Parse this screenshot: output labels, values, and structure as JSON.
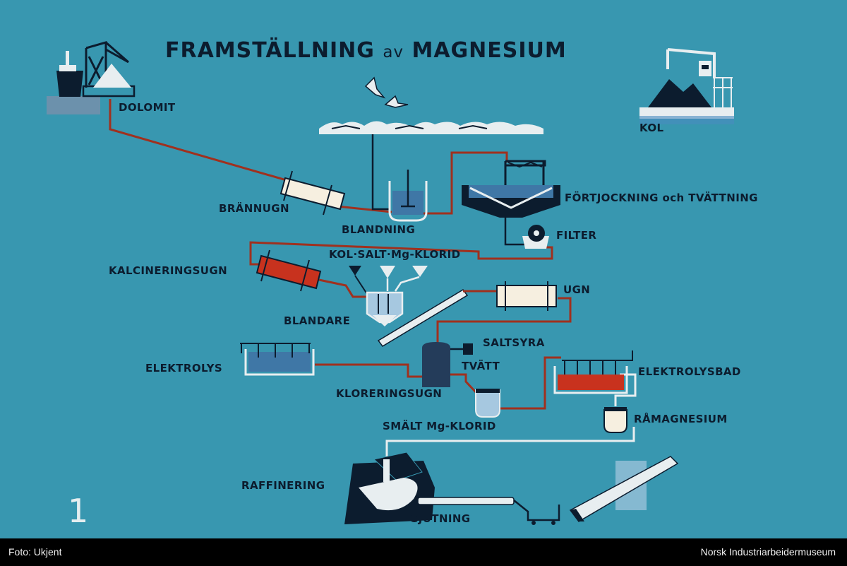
{
  "diagram": {
    "title_main": "FRAMSTÄLLNING",
    "title_av": "av",
    "title_end": "MAGNESIUM",
    "page_number": "1",
    "labels": {
      "dolomit": "DOLOMIT",
      "kol": "KOL",
      "brannugn": "BRÄNNUGN",
      "blandning": "BLANDNING",
      "fortjockning": "FÖRTJOCKNING och TVÄTTNING",
      "filter": "FILTER",
      "kol_salt": "KOL·SALT·Mg-KLORID",
      "kalcineringsugn": "KALCINERINGSUGN",
      "ugn": "UGN",
      "blandare": "BLANDARE",
      "saltsyra": "SALTSYRA",
      "tvatt": "TVÄTT",
      "elektrolys": "ELEKTROLYS",
      "kloreringsugn": "KLORERINGSUGN",
      "elektrolysbad": "ELEKTROLYSBAD",
      "ramagnesium": "RÅMAGNESIUM",
      "smalt": "SMÄLT Mg-KLORID",
      "raffinering": "RAFFINERING",
      "gjutning": "GJUTNING"
    }
  },
  "footer": {
    "photo_credit": "Foto: Ukjent",
    "museum": "Norsk Industriarbeidermuseum"
  },
  "colors": {
    "background": "#3897b0",
    "pipe_red": "#a0301e",
    "dark": "#0c1c2e",
    "cream": "#f6efe0",
    "kiln_red": "#c8321e",
    "liquid_blue": "#3f77a6",
    "white": "#e8eef0"
  }
}
